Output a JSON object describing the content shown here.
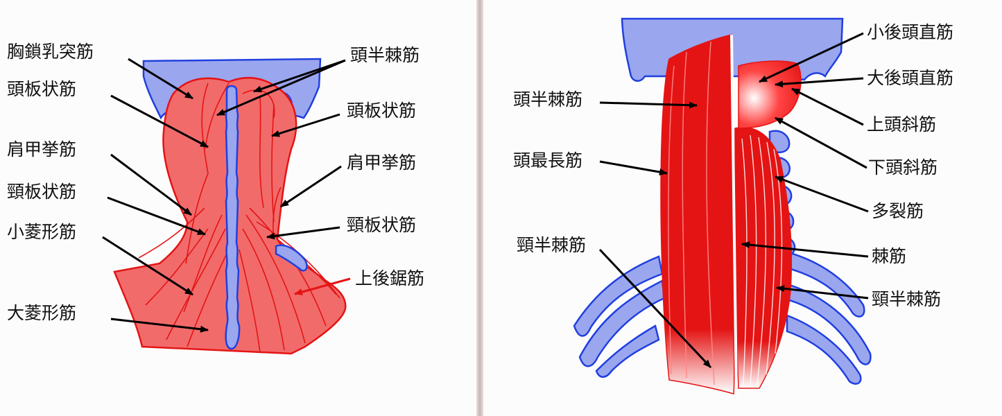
{
  "left_panel": {
    "labels": {
      "sternocleidomastoid": "胸鎖乳突筋",
      "splenius_capitis_l": "頭板状筋",
      "levator_scapulae_l": "肩甲挙筋",
      "splenius_cervicis_l": "頸板状筋",
      "rhomboid_minor": "小菱形筋",
      "rhomboid_major": "大菱形筋",
      "semispinalis_capitis_r": "頭半棘筋",
      "splenius_capitis_r": "頭板状筋",
      "levator_scapulae_r": "肩甲挙筋",
      "splenius_cervicis_r": "頸板状筋",
      "serratus_posterior_superior": "上後鋸筋"
    }
  },
  "right_panel": {
    "labels": {
      "semispinalis_capitis": "頭半棘筋",
      "longissimus_capitis": "頭最長筋",
      "semispinalis_cervicis_l": "頸半棘筋",
      "rectus_capitis_posterior_minor": "小後頭直筋",
      "rectus_capitis_posterior_major": "大後頭直筋",
      "obliquus_capitis_superior": "上頭斜筋",
      "obliquus_capitis_inferior": "下頭斜筋",
      "multifidus": "多裂筋",
      "spinalis": "棘筋",
      "semispinalis_cervicis_r": "頸半棘筋"
    }
  },
  "colors": {
    "muscle_fill": "#f26b6b",
    "muscle_line": "#e41414",
    "bone_fill": "#9aa6ee",
    "bone_line": "#1f3fe0",
    "arrow": "#000000",
    "arrow_red": "#e41414"
  }
}
